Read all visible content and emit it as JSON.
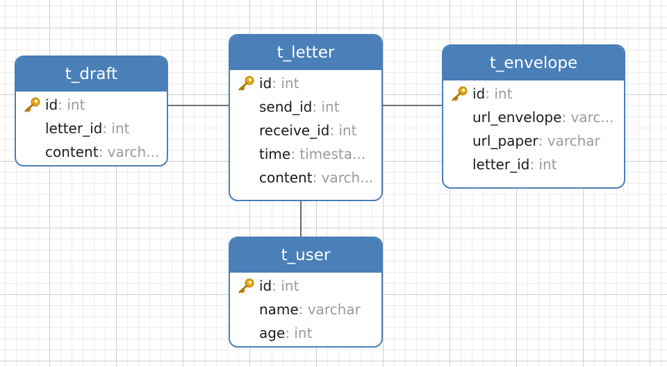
{
  "colors": {
    "header": "#4a7fb8",
    "border": "#4a7fb8",
    "type_text": "#9a9a9a",
    "key_icon": "#e6a817"
  },
  "entities": {
    "t_draft": {
      "name": "t_draft",
      "fields": [
        {
          "name": "id",
          "type": ": int",
          "pk": true
        },
        {
          "name": "letter_id",
          "type": ": int"
        },
        {
          "name": "content",
          "type": ": varch..."
        }
      ]
    },
    "t_letter": {
      "name": "t_letter",
      "fields": [
        {
          "name": "id",
          "type": ": int",
          "pk": true
        },
        {
          "name": "send_id",
          "type": ": int"
        },
        {
          "name": "receive_id",
          "type": ": int"
        },
        {
          "name": "time",
          "type": ": timesta..."
        },
        {
          "name": "content",
          "type": ": varch..."
        }
      ]
    },
    "t_envelope": {
      "name": "t_envelope",
      "fields": [
        {
          "name": "id",
          "type": ": int",
          "pk": true
        },
        {
          "name": "url_envelope",
          "type": ": varc..."
        },
        {
          "name": "url_paper",
          "type": ": varchar"
        },
        {
          "name": "letter_id",
          "type": ": int"
        }
      ]
    },
    "t_user": {
      "name": "t_user",
      "fields": [
        {
          "name": "id",
          "type": ": int",
          "pk": true
        },
        {
          "name": "name",
          "type": ": varchar"
        },
        {
          "name": "age",
          "type": ": int"
        }
      ]
    }
  },
  "relations": [
    {
      "from": "t_draft",
      "to": "t_letter"
    },
    {
      "from": "t_letter",
      "to": "t_envelope"
    },
    {
      "from": "t_letter",
      "to": "t_user"
    }
  ]
}
